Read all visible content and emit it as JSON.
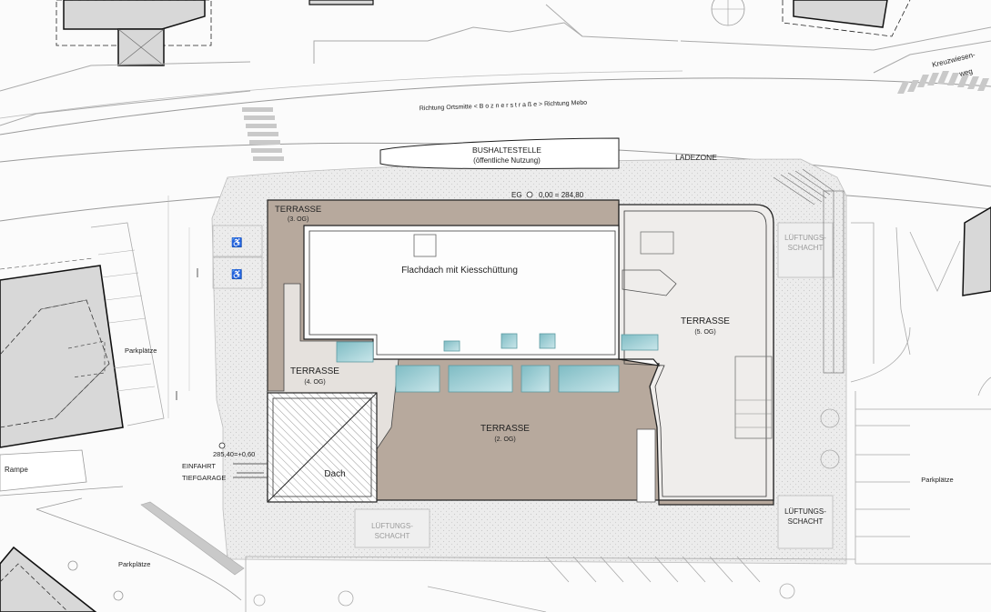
{
  "street": {
    "name_label": "Richtung Ortsmitte  <  B o z n e r s t r a ß e  >  Richtung Mebo",
    "side_street_line1": "Kreuzwiesen-",
    "side_street_line2": "weg"
  },
  "bus_stop": {
    "title": "BUSHALTESTELLE",
    "subtitle": "(öffentliche Nutzung)"
  },
  "loading_zone": "LADEZONE",
  "elevation": {
    "eg_label": "EG",
    "eg_value": "0,00  = 284,80",
    "entrance_value": "285,40=+0,60"
  },
  "entrance": {
    "line1": "EINFAHRT",
    "line2": "TIEFGARAGE"
  },
  "ramp": "Rampe",
  "roof": {
    "flat_roof": "Flachdach mit Kiesschüttung",
    "roof": "Dach"
  },
  "terraces": {
    "og3": {
      "name": "TERRASSE",
      "level": "(3. OG)"
    },
    "og4": {
      "name": "TERRASSE",
      "level": "(4. OG)"
    },
    "og2": {
      "name": "TERRASSE",
      "level": "(2. OG)"
    },
    "og5": {
      "name": "TERRASSE",
      "level": "(5. OG)"
    }
  },
  "vent_shaft": {
    "line1": "LÜFTUNGS-",
    "line2": "SCHACHT"
  },
  "parking": {
    "left": "Parkplätze",
    "right": "Parkplätze",
    "bottom": "Parkplätze"
  },
  "colors": {
    "terrace_dark": "#b7a99d",
    "terrace_light": "#e5e1dd",
    "terrace_pale": "#efedeb",
    "flat_roof": "#fdfdfd",
    "glass": "#8fc8cf",
    "paving": "#ebebeb",
    "building_grey": "#d8d8d8"
  }
}
